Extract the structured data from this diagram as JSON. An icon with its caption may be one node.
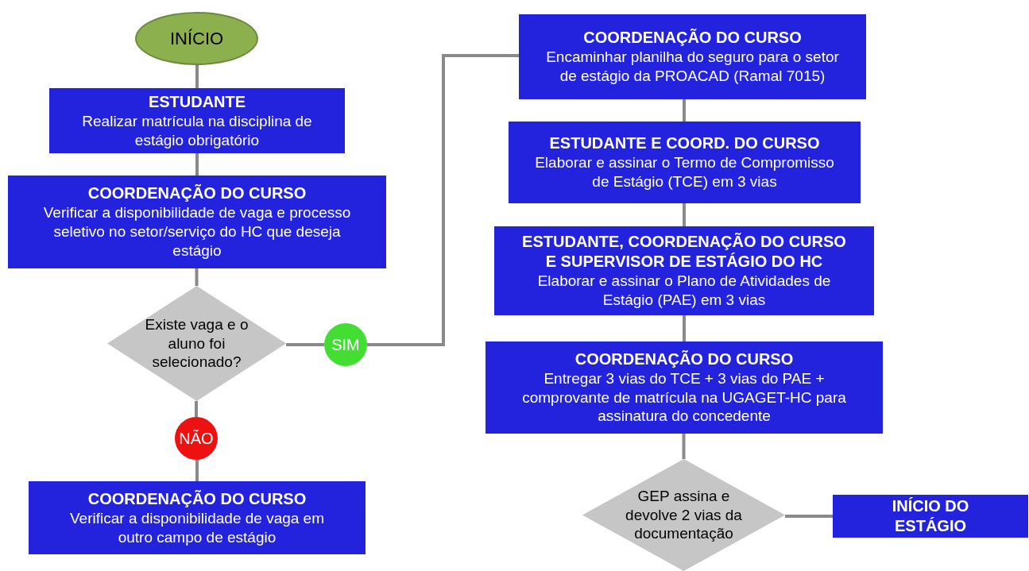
{
  "diagram": {
    "nodes": [
      {
        "text": [
          "INÍCIO"
        ]
      },
      {
        "text": [
          "ESTUDANTE",
          "Realizar matrícula na disciplina de estágio obrigatório"
        ]
      },
      {
        "text": [
          "COORDENAÇÃO DO CURSO",
          "Verificar a disponibilidade de vaga e processo seletivo no setor/serviço do HC que deseja estágio"
        ]
      },
      {
        "text": [
          "Existe vaga e o aluno foi selecionado?"
        ]
      },
      {
        "text": [
          "SIM"
        ]
      },
      {
        "text": [
          "NÃO"
        ]
      },
      {
        "text": [
          "COORDENAÇÃO DO CURSO",
          "Verificar a disponibilidade de vaga em outro campo de estágio"
        ]
      },
      {
        "text": [
          "COORDENAÇÃO DO CURSO",
          "Encaminhar planilha do seguro para o setor de estágio da PROACAD (Ramal 7015)"
        ]
      },
      {
        "text": [
          "ESTUDANTE E COORD. DO CURSO",
          "Elaborar e assinar o Termo de Compromisso de Estágio (TCE) em 3 vias"
        ]
      },
      {
        "text": [
          "ESTUDANTE, COORDENAÇÃO DO CURSO E SUPERVISOR DE ESTÁGIO DO HC",
          "Elaborar e assinar o Plano de Atividades de Estágio (PAE) em 3 vias"
        ]
      },
      {
        "text": [
          "COORDENAÇÃO DO CURSO",
          "Entregar 3 vias do TCE + 3 vias do PAE + comprovante de matrícula na UGAGET-HC para assinatura do concedente"
        ]
      },
      {
        "text": [
          "GEP assina e devolve 2 vias da documentação"
        ]
      },
      {
        "text": [
          "INÍCIO DO ESTÁGIO"
        ]
      }
    ],
    "edges": [
      {
        "from": 0,
        "to": 1,
        "arrow": "none"
      },
      {
        "from": 1,
        "to": 2,
        "arrow": "none"
      },
      {
        "from": 2,
        "to": 3,
        "arrow": "none"
      },
      {
        "from": 3,
        "to": 4,
        "arrow": "none"
      },
      {
        "from": 4,
        "to": 7,
        "arrow": "none"
      },
      {
        "from": 3,
        "to": 5,
        "arrow": "none"
      },
      {
        "from": 5,
        "to": 6,
        "arrow": "none"
      },
      {
        "from": 7,
        "to": 8,
        "arrow": "none"
      },
      {
        "from": 8,
        "to": 9,
        "arrow": "none"
      },
      {
        "from": 9,
        "to": 10,
        "arrow": "none"
      },
      {
        "from": 10,
        "to": 11,
        "arrow": "none"
      },
      {
        "from": 11,
        "to": 12,
        "arrow": "none"
      }
    ]
  }
}
